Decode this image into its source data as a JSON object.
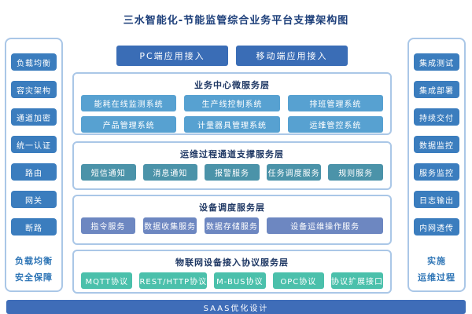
{
  "title": "三水智能化-节能监管综合业务平台支撑架构图",
  "colors": {
    "border": "#aac7e7",
    "side_button": "#3b7dbe",
    "access_button": "#3a6db6",
    "layer1_box": "#57a1d1",
    "layer2_box": "#4b93a9",
    "layer3_box": "#6d87c1",
    "layer4_box": "#4bc0ab",
    "footer_bar": "#3f6db8",
    "title_text": "#1d3f7a",
    "caption_text": "#2e75b6"
  },
  "left_panel": {
    "items": [
      "负载均衡",
      "容灾架构",
      "通道加密",
      "统一认证",
      "路由",
      "网关",
      "断路"
    ],
    "caption_line1": "负载均衡",
    "caption_line2": "安全保障"
  },
  "right_panel": {
    "items": [
      "集成测试",
      "集成部署",
      "持续交付",
      "数据监控",
      "服务监控",
      "日志输出",
      "内网透传"
    ],
    "caption_line1": "实施",
    "caption_line2": "运维过程"
  },
  "access": {
    "pc_label": "PC端应用接入",
    "mobile_label": "移动端应用接入"
  },
  "layers": [
    {
      "title": "业务中心微服务层",
      "items": [
        "能耗在线监测系统",
        "生产线控制系统",
        "排班管理系统",
        "产品管理系统",
        "计量器具管理系统",
        "运维管控系统"
      ]
    },
    {
      "title": "运维过程通道支撑服务层",
      "items": [
        "短信通知",
        "消息通知",
        "报警服务",
        "任务调度服务",
        "规则服务"
      ]
    },
    {
      "title": "设备调度服务层",
      "items": [
        "指令服务",
        "数据收集服务",
        "数据存储服务",
        "设备运维操作服务"
      ]
    },
    {
      "title": "物联网设备接入协议服务层",
      "items": [
        "MQTT协议",
        "REST/HTTP协议",
        "M-BUS协议",
        "OPC协议",
        "协议扩展接口"
      ]
    }
  ],
  "footer": {
    "label": "SAAS优化设计"
  }
}
